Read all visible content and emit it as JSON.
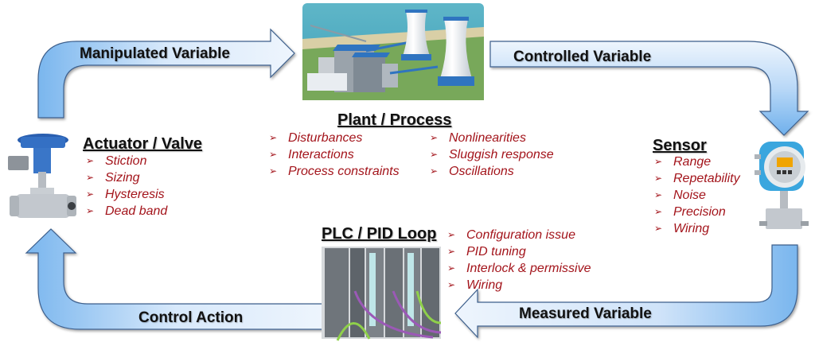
{
  "arrows": {
    "manipulated": "Manipulated Variable",
    "controlled": "Controlled Variable",
    "measured": "Measured Variable",
    "control_action": "Control Action"
  },
  "colors": {
    "arrow_fill_light": "#e8f2fd",
    "arrow_fill_dark": "#7ab6ee",
    "arrow_stroke": "#3d5f8c",
    "item_text": "#a3141b",
    "heading_text": "#111111"
  },
  "actuator": {
    "title": "Actuator / Valve",
    "items": [
      "Stiction",
      "Sizing",
      "Hysteresis",
      "Dead band"
    ],
    "image": "control-valve-image"
  },
  "plant": {
    "title": "Plant / Process",
    "col1": [
      "Disturbances",
      "Interactions",
      "Process constraints"
    ],
    "col2": [
      "Nonlinearities",
      "Sluggish response",
      "Oscillations"
    ],
    "image": "power-plant-image"
  },
  "sensor": {
    "title": "Sensor",
    "items": [
      "Range",
      "Repetability",
      "Noise",
      "Precision",
      "Wiring"
    ],
    "image": "flow-transmitter-image"
  },
  "plc": {
    "title": "PLC / PID Loop",
    "items": [
      "Configuration issue",
      "PID tuning",
      "Interlock & permissive",
      "Wiring"
    ],
    "image": "plc-rack-image"
  },
  "bullet_glyph": "➢"
}
